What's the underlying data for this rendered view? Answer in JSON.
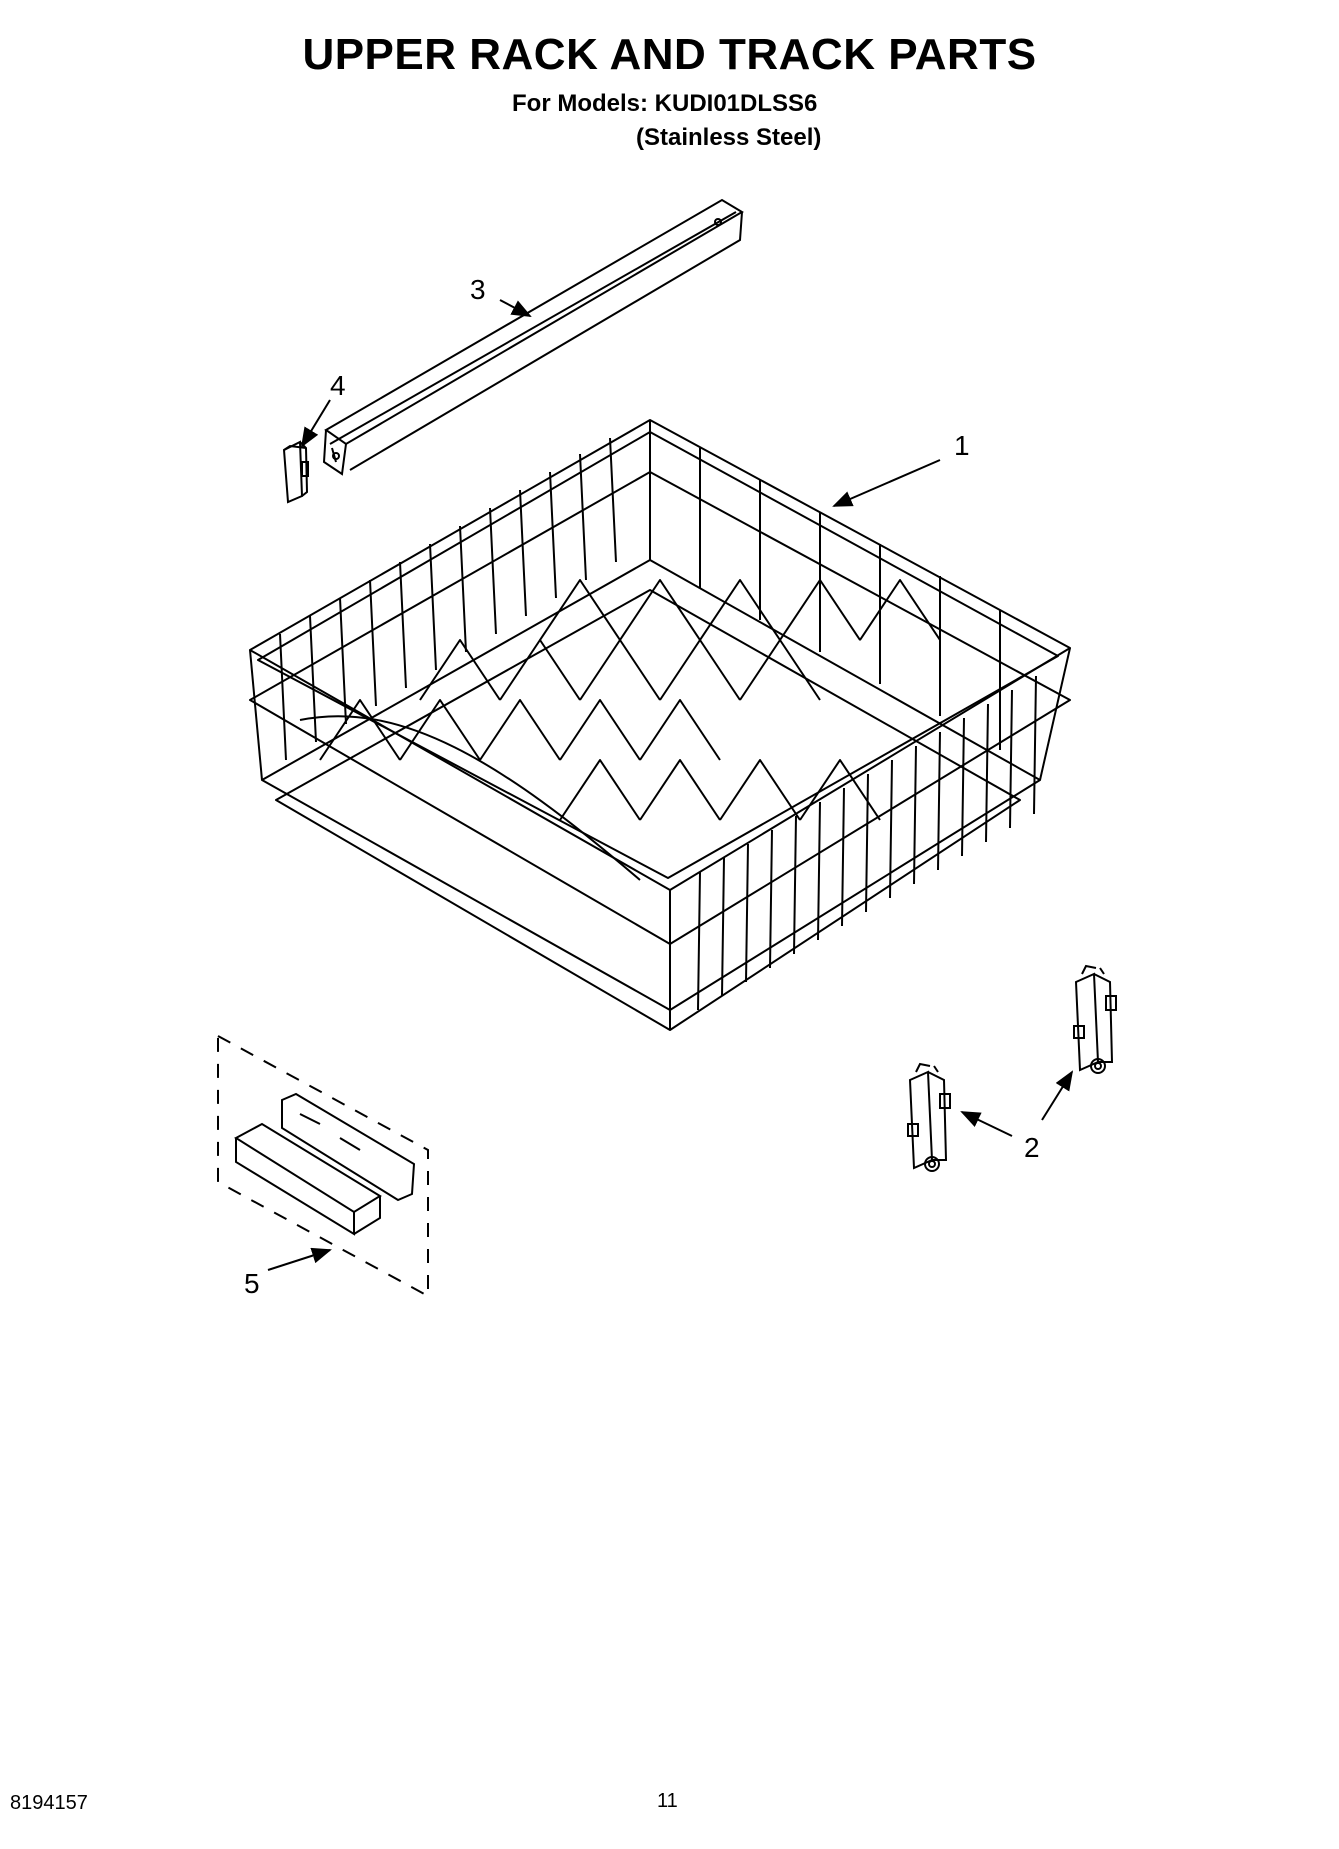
{
  "header": {
    "title": "UPPER RACK AND TRACK PARTS",
    "models_line": "For Models: KUDI01DLSS6",
    "finish_line": "(Stainless Steel)"
  },
  "callouts": {
    "c1": "1",
    "c2": "2",
    "c3": "3",
    "c4": "4",
    "c5": "5"
  },
  "footer": {
    "doc_number": "8194157",
    "page_number": "11"
  },
  "parts": [
    {
      "ref": "1",
      "icon": "upper-rack-icon"
    },
    {
      "ref": "2",
      "icon": "rack-roller-icon"
    },
    {
      "ref": "3",
      "icon": "track-rail-icon"
    },
    {
      "ref": "4",
      "icon": "track-end-cap-icon"
    },
    {
      "ref": "5",
      "icon": "rack-bumper-icon"
    }
  ]
}
